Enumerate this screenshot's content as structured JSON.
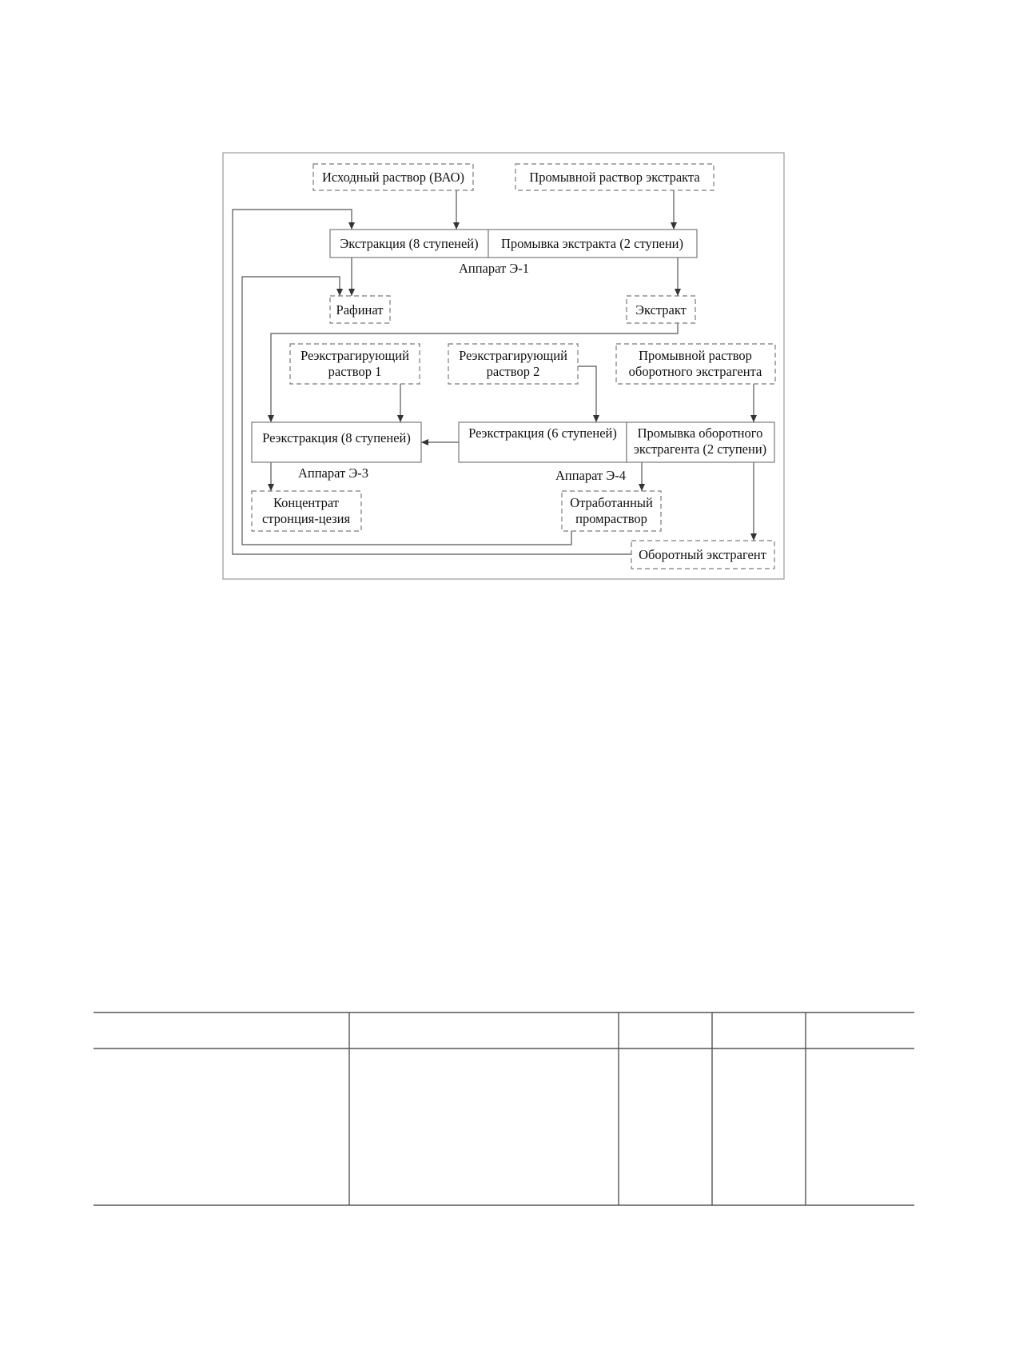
{
  "diagram": {
    "source_solution": "Исходный раствор (ВАО)",
    "wash_extract_solution": "Промывной раствор экстракта",
    "extraction": "Экстракция (8 ступеней)",
    "extract_wash": "Промывка экстракта (2 ступени)",
    "apparatus_e1": "Аппарат Э-1",
    "raffinate": "Рафинат",
    "extract": "Экстракт",
    "strip_solution_1": [
      "Реэкстрагирующий",
      "раствор 1"
    ],
    "strip_solution_2": [
      "Реэкстрагирующий",
      "раствор 2"
    ],
    "wash_recycled_solution": [
      "Промывной раствор",
      "оборотного экстрагента"
    ],
    "stripping_8": "Реэкстракция (8 ступеней)",
    "stripping_6": "Реэкстракция (6 ступеней)",
    "recycled_wash": [
      "Промывка оборотного",
      "экстрагента (2 ступени)"
    ],
    "apparatus_e3": "Аппарат Э-3",
    "apparatus_e4": "Аппарат Э-4",
    "concentrate": [
      "Концентрат",
      "стронция-цезия"
    ],
    "spent_wash": [
      "Отработанный",
      "промраствор"
    ],
    "recycled_extractant": "Оборотный экстрагент"
  },
  "table": {
    "columns": [
      "",
      "",
      "",
      "",
      ""
    ],
    "rows": [
      [
        "",
        "",
        "",
        "",
        ""
      ]
    ]
  }
}
